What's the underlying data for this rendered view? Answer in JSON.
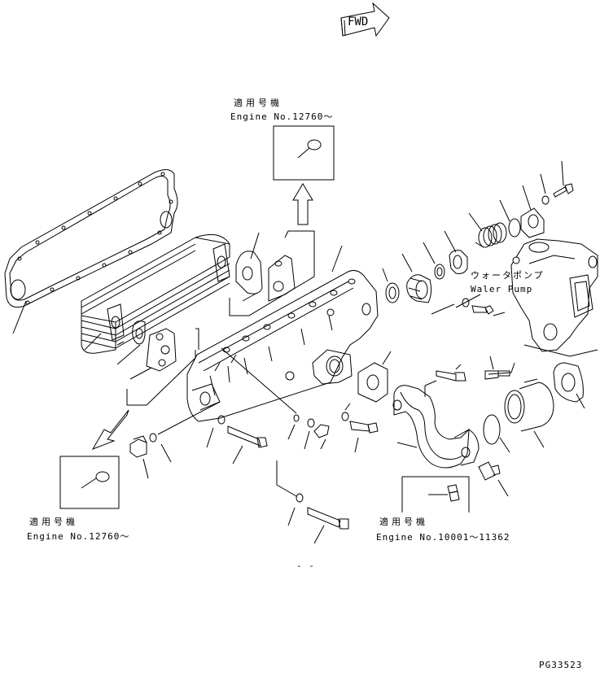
{
  "direction_arrow": {
    "label": "FWD"
  },
  "callout_top": {
    "jp": "適用号機",
    "serial": "Engine No.12760～"
  },
  "callout_left": {
    "jp": "適用号機",
    "serial": "Engine No.12760～"
  },
  "callout_right": {
    "jp": "適用号機",
    "serial": "Engine No.10001～11362"
  },
  "water_pump": {
    "jp": "ウォータポンプ",
    "en": "Waler Pump"
  },
  "dash_mark": "- -",
  "drawing_number": "PG33523"
}
